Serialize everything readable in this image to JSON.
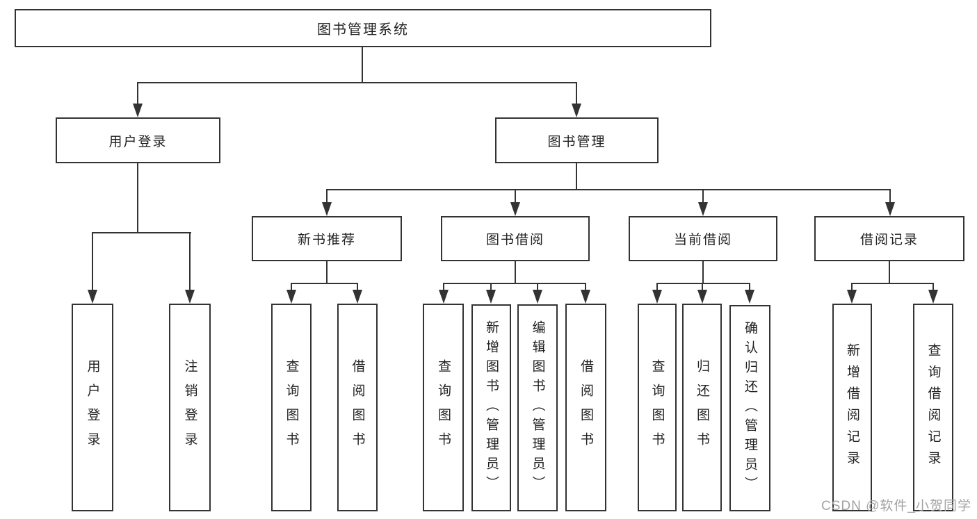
{
  "root": "图书管理系统",
  "level1": [
    "用户登录",
    "图书管理"
  ],
  "level2": [
    "新书推荐",
    "图书借阅",
    "当前借阅",
    "借阅记录"
  ],
  "groups": [
    {
      "parent": "用户登录",
      "children": [
        "用户登录",
        "注销登录"
      ]
    },
    {
      "parent": "新书推荐",
      "children": [
        "查询图书",
        "借阅图书"
      ]
    },
    {
      "parent": "图书借阅",
      "children": [
        "查询图书",
        "新增图书（管理员）",
        "编辑图书（管理员）",
        "借阅图书"
      ]
    },
    {
      "parent": "当前借阅",
      "children": [
        "查询图书",
        "归还图书",
        "确认归还（管理员）"
      ]
    },
    {
      "parent": "借阅记录",
      "children": [
        "新增借阅记录",
        "查询借阅记录"
      ]
    }
  ],
  "watermark": "CSDN @软件_小贺同学",
  "colors": {
    "line": "#333333",
    "text": "#212121",
    "background": "#ffffff",
    "watermark": "#a3a3a3"
  }
}
